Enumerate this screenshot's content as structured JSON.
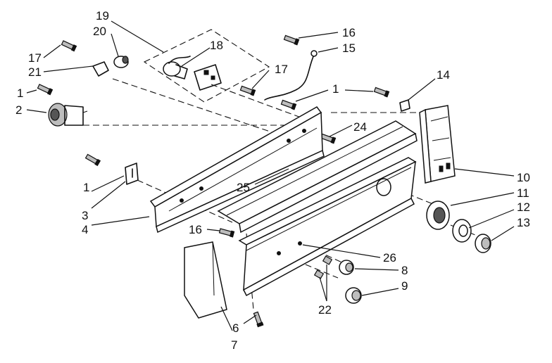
{
  "callouts": [
    {
      "id": "c19",
      "text": "19"
    },
    {
      "id": "c20",
      "text": "20"
    },
    {
      "id": "c17a",
      "text": "17"
    },
    {
      "id": "c21",
      "text": "21"
    },
    {
      "id": "c18",
      "text": "18"
    },
    {
      "id": "c1a",
      "text": "1"
    },
    {
      "id": "c2",
      "text": "2"
    },
    {
      "id": "c16a",
      "text": "16"
    },
    {
      "id": "c15",
      "text": "15"
    },
    {
      "id": "c17b",
      "text": "17"
    },
    {
      "id": "c1b",
      "text": "1"
    },
    {
      "id": "c14",
      "text": "14"
    },
    {
      "id": "c24",
      "text": "24"
    },
    {
      "id": "c1c",
      "text": "1"
    },
    {
      "id": "c3",
      "text": "3"
    },
    {
      "id": "c4",
      "text": "4"
    },
    {
      "id": "c25",
      "text": "25"
    },
    {
      "id": "c10",
      "text": "10"
    },
    {
      "id": "c11",
      "text": "11"
    },
    {
      "id": "c12",
      "text": "12"
    },
    {
      "id": "c13",
      "text": "13"
    },
    {
      "id": "c16b",
      "text": "16"
    },
    {
      "id": "c26",
      "text": "26"
    },
    {
      "id": "c8",
      "text": "8"
    },
    {
      "id": "c9",
      "text": "9"
    },
    {
      "id": "c22",
      "text": "22"
    },
    {
      "id": "c6",
      "text": "6"
    },
    {
      "id": "c7",
      "text": "7"
    }
  ]
}
